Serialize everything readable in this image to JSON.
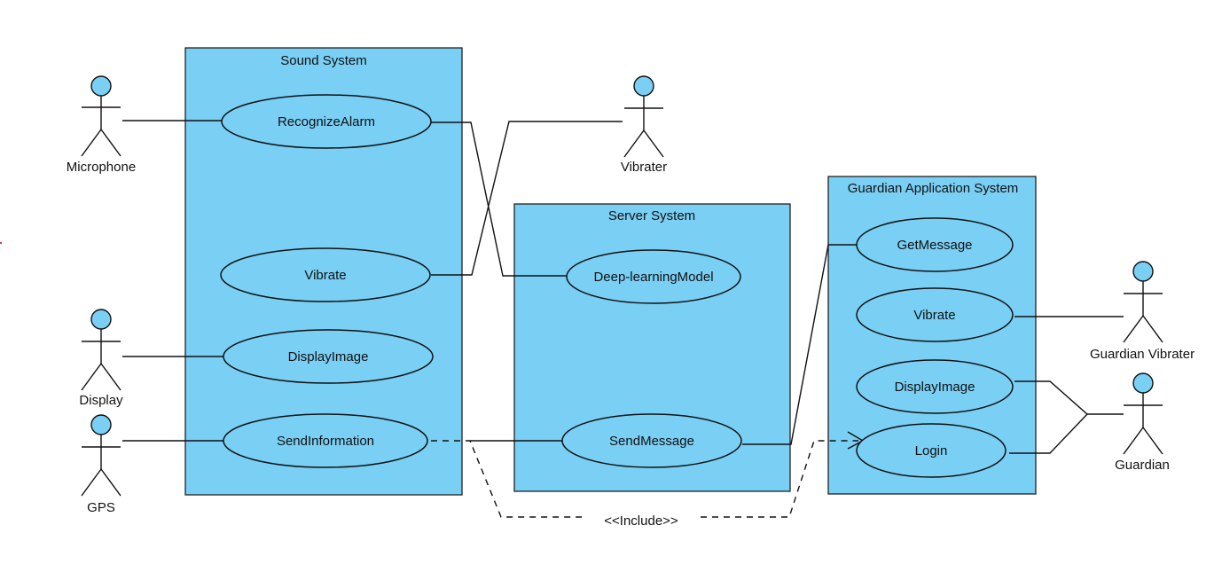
{
  "systems": {
    "sound": {
      "title": "Sound System"
    },
    "server": {
      "title": "Server System"
    },
    "guardian": {
      "title": "Guardian Application System"
    }
  },
  "use_cases": {
    "recognize_alarm": "RecognizeAlarm",
    "vibrate_sound": "Vibrate",
    "display_image_sound": "DisplayImage",
    "send_information": "SendInformation",
    "deep_learning_model": "Deep-learningModel",
    "send_message": "SendMessage",
    "get_message": "GetMessage",
    "vibrate_guardian": "Vibrate",
    "display_image_guardian": "DisplayImage",
    "login": "Login"
  },
  "actors": {
    "microphone": "Microphone",
    "display": "Display",
    "gps": "GPS",
    "vibrater": "Vibrater",
    "guardian_vibrater": "Guardian Vibrater",
    "guardian": "Guardian"
  },
  "relations": {
    "include_label": "<<Include>>"
  },
  "colors": {
    "fill": "#7acff4",
    "stroke": "#111111"
  }
}
